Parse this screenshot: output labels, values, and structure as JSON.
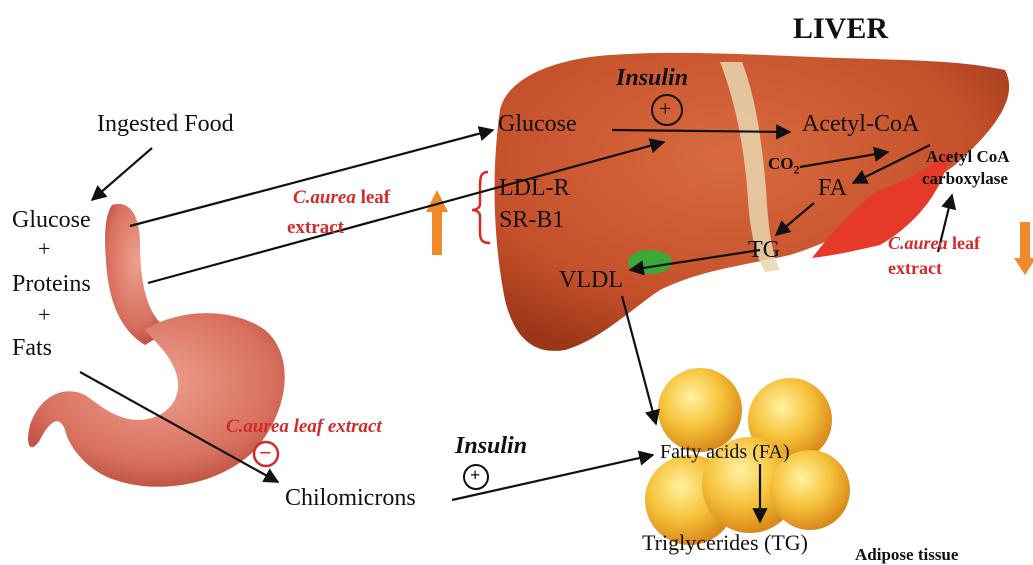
{
  "title": "LIVER",
  "food": {
    "ingested": "Ingested Food",
    "glucose": "Glucose",
    "plus1": "+",
    "proteins": "Proteins",
    "plus2": "+",
    "fats": "Fats"
  },
  "liver": {
    "insulin": "Insulin",
    "plus": "+",
    "glucose": "Glucose",
    "acetyl_coa": "Acetyl-CoA",
    "co2": "CO",
    "co2_sub": "2",
    "fa": "FA",
    "tg": "TG",
    "vldl": "VLDL",
    "ldl_r": "LDL-R",
    "sr_b1": "SR-B1",
    "enzyme_line1": "Acetyl CoA",
    "enzyme_line2": "carboxylase"
  },
  "extract_left": {
    "name": "C.aurea",
    "rest": " leaf",
    "line2": "extract"
  },
  "extract_right": {
    "name": "C.aurea",
    "rest": " leaf",
    "line2": "extract"
  },
  "stomach": {
    "extract": "C.aurea leaf extract",
    "minus": "−",
    "chilomicrons": "Chilomicrons"
  },
  "insulin_lower": {
    "label": "Insulin",
    "plus": "+"
  },
  "adipose": {
    "fatty_acids": "Fatty acids (FA)",
    "triglycerides": "Triglycerides (TG)",
    "label": "Adipose tissue"
  },
  "colors": {
    "liver": "#c8542c",
    "stomach": "#d87565",
    "label_red": "#d42a2a",
    "up_arrow": "#f08a2a",
    "fat": "#f3b52a"
  }
}
